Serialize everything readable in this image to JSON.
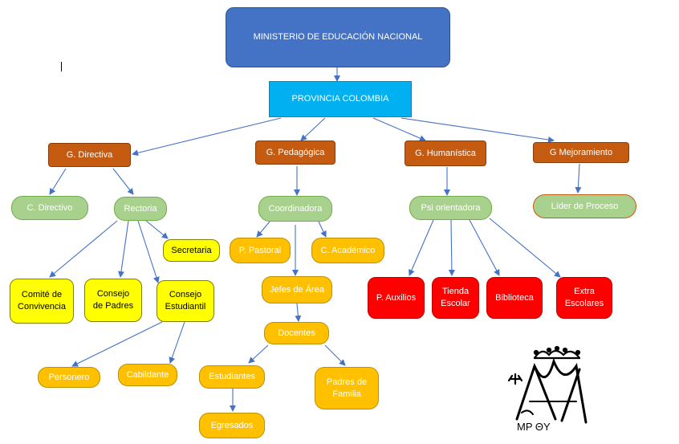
{
  "diagram": {
    "root": "MINISTERIO DE EDUCACIÓN NACIONAL",
    "province": "PROVINCIA COLOMBIA",
    "g_directiva": "G. Directiva",
    "g_pedagogica": "G. Pedagógica",
    "g_humanistica": "G. Humanística",
    "g_mejoramiento": "G Mejoramiento",
    "c_directivo": "C. Directivo",
    "rectoria": "Rectoria",
    "secretaria": "Secretaria",
    "comite": "Comité de\nConvivencia",
    "consejo_padres": "Consejo\nde Padres",
    "consejo_estudiantil": "Consejo\nEstudiantil",
    "personero": "Personero",
    "cabildante": "Cabildante",
    "coordinadora": "Coordinadora",
    "p_pastoral": "P. Pastoral",
    "c_academico": "C. Académico",
    "jefes_area": "Jefes de Área",
    "docentes": "Docentes",
    "estudiantes": "Estudiantes",
    "egresados": "Egresados",
    "padres_familia": "Padres de\nFamilia",
    "psi_orientadora": "Psi orientadora",
    "p_auxilios": "P. Auxilios",
    "tienda": "Tienda\nEscolar",
    "biblioteca": "Biblioteca",
    "extra": "Extra\nEscolares",
    "lider": "Líder de Proceso"
  },
  "logo": {
    "icon": "institution-monogram-logo",
    "text": "MP ΘY"
  },
  "colors": {
    "ministry": "#4472c4",
    "province": "#00b0f0",
    "management": "#c55a11",
    "green_node": "#a9d18e",
    "yellow_node": "#ffff00",
    "orange_node": "#ffc000",
    "red_node": "#ff0000",
    "connector": "#4472c4"
  }
}
